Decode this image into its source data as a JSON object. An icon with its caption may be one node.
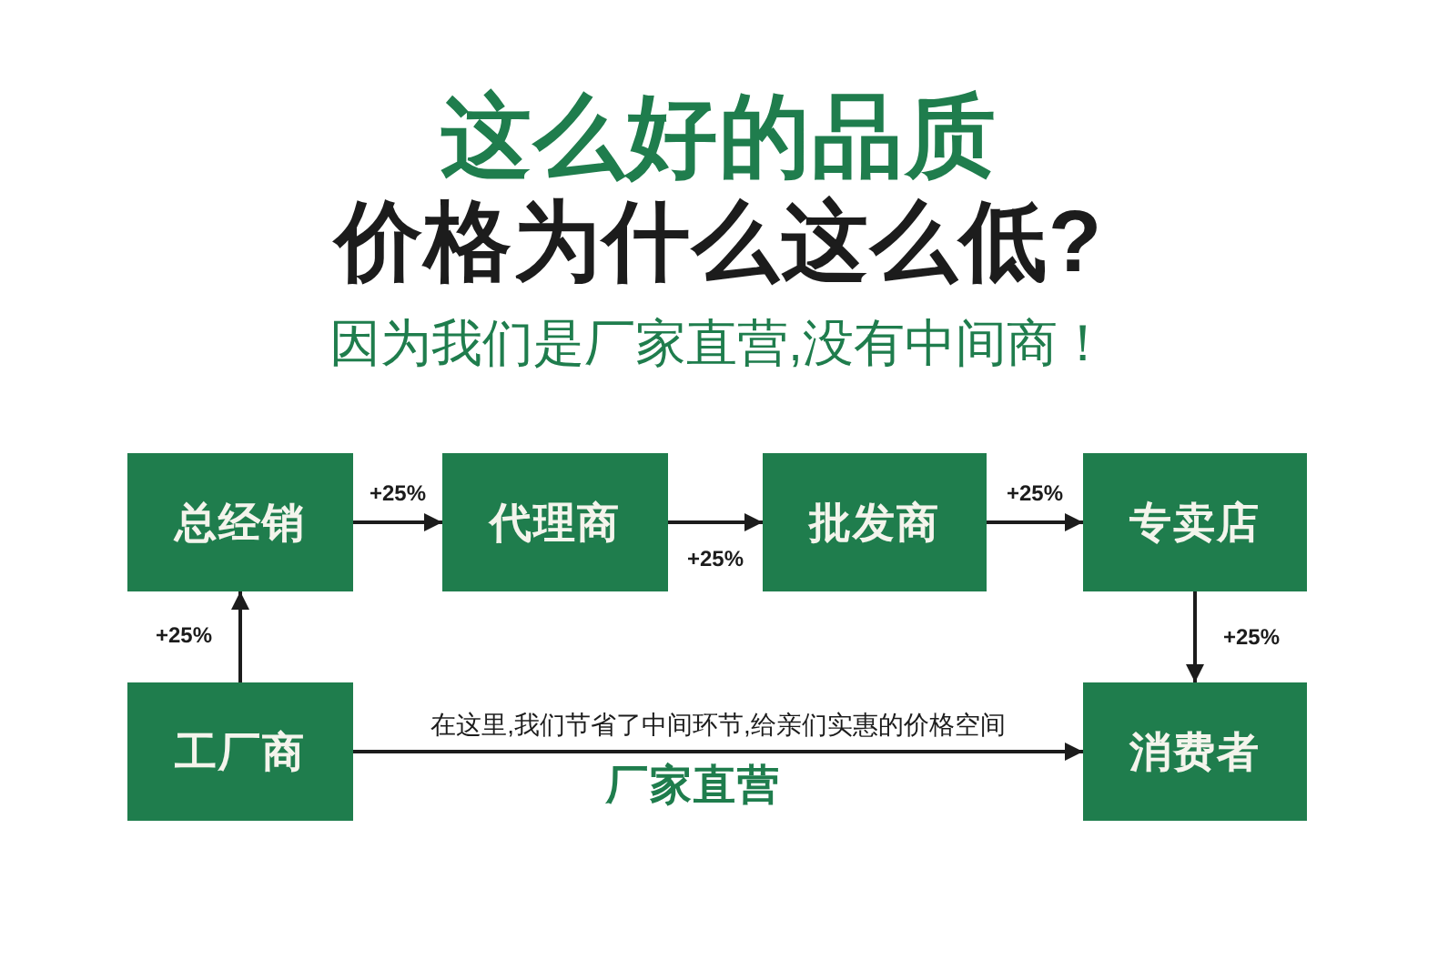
{
  "diagram": {
    "title": "这么好的品质",
    "nodes": [
      {
        "text": [
          "总经销"
        ]
      },
      {
        "text": [
          "代理商"
        ]
      },
      {
        "text": [
          "批发商"
        ]
      },
      {
        "text": [
          "专卖店"
        ]
      },
      {
        "text": [
          "工厂商"
        ]
      },
      {
        "text": [
          "消费者"
        ]
      }
    ],
    "edges": [
      {
        "from": 4,
        "to": 0,
        "arrow": "to",
        "label": "+25%"
      },
      {
        "from": 0,
        "to": 1,
        "arrow": "to",
        "label": "+25%"
      },
      {
        "from": 1,
        "to": 2,
        "arrow": "to",
        "label": "+25%"
      },
      {
        "from": 2,
        "to": 3,
        "arrow": "to",
        "label": "+25%"
      },
      {
        "from": 3,
        "to": 5,
        "arrow": "to",
        "label": "+25%"
      },
      {
        "from": 4,
        "to": 5,
        "arrow": "to",
        "label": "在这里,我们节省了中间环节,给亲们实惠的价格空间"
      }
    ],
    "labels": [
      "价格为什么这么低?",
      "因为我们是厂家直营,没有中间商！",
      "厂家直营"
    ]
  }
}
